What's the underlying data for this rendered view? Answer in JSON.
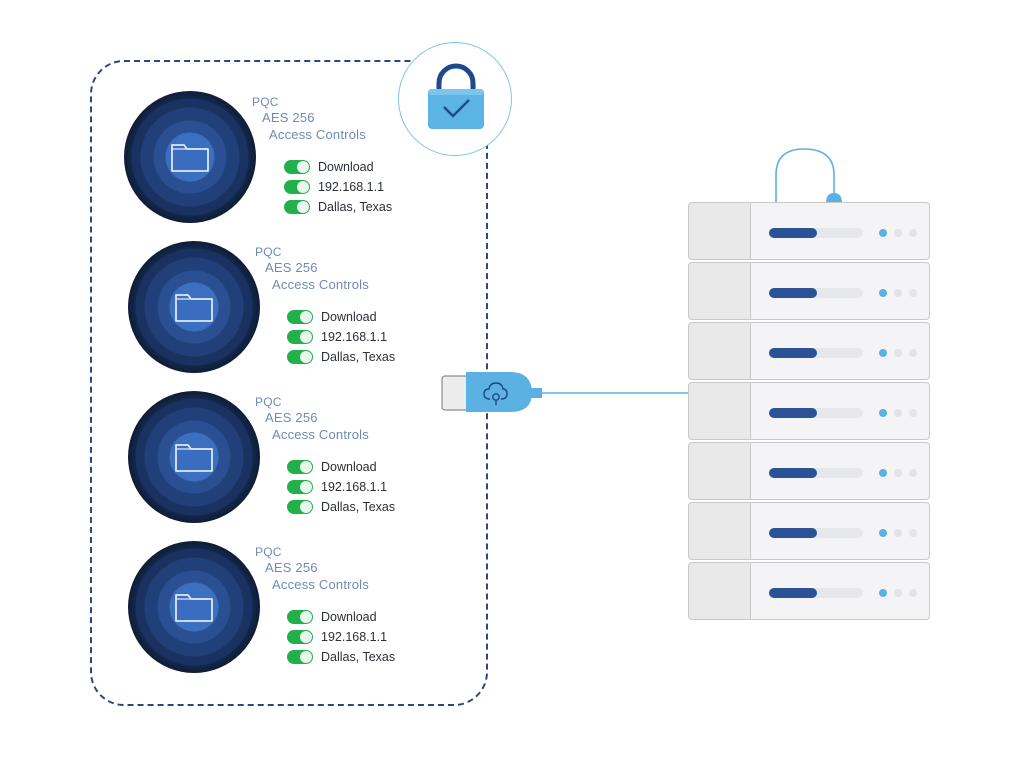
{
  "items": [
    {
      "pqc": "PQC",
      "aes": "AES 256",
      "access": "Access Controls",
      "options": [
        "Download",
        "192.168.1.1",
        "Dallas, Texas"
      ]
    },
    {
      "pqc": "PQC",
      "aes": "AES 256",
      "access": "Access Controls",
      "options": [
        "Download",
        "192.168.1.1",
        "Dallas, Texas"
      ]
    },
    {
      "pqc": "PQC",
      "aes": "AES 256",
      "access": "Access Controls",
      "options": [
        "Download",
        "192.168.1.1",
        "Dallas, Texas"
      ]
    },
    {
      "pqc": "PQC",
      "aes": "AES 256",
      "access": "Access Controls",
      "options": [
        "Download",
        "192.168.1.1",
        "Dallas, Texas"
      ]
    }
  ],
  "toggle_states": [
    true,
    true,
    true
  ],
  "colors": {
    "accent": "#5bb2e2",
    "dark_blue": "#2a4a7c",
    "toggle_green": "#22b04b"
  }
}
